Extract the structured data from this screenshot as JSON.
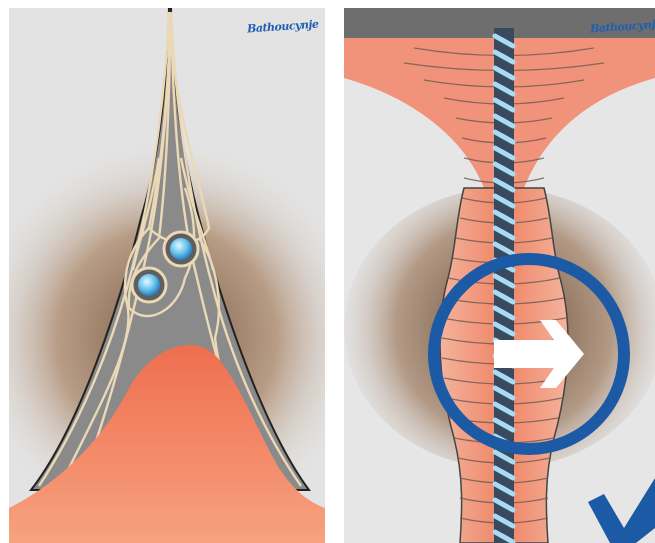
{
  "panels": [
    {
      "id": "left",
      "signature": "Bathoucynje",
      "colors": {
        "background": "#e3e3e3",
        "mound": "#ef7556",
        "wedge": "#8a8a8a",
        "fiber": "#ead8b6",
        "ball": "#6cc6ef",
        "outline": "#222222"
      },
      "icons": [
        "fiber-wedge-icon",
        "cell-ball-icon",
        "mound-icon"
      ]
    },
    {
      "id": "right",
      "signature": "Bathoucynje",
      "colors": {
        "background": "#e6e6e6",
        "tissue": "#f0937a",
        "fiber": "#ead8b6",
        "rope": "#3a4a5e",
        "rope_highlight": "#a9dcf3",
        "circle": "#1c5aa6",
        "arrow": "#ffffff",
        "check": "#1c5aa6"
      },
      "icons": [
        "twisted-rope-icon",
        "highlight-circle-icon",
        "arrow-right-icon",
        "checkmark-icon"
      ]
    }
  ]
}
